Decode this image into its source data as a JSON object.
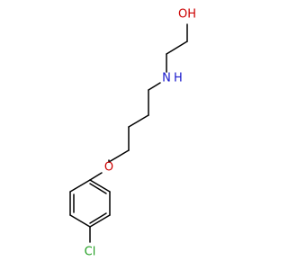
{
  "molecule": {
    "atoms": {
      "hydroxyl_label": "OH",
      "hydroxyl_color": "#cc0000",
      "amine_n_label": "N",
      "amine_h_label": "H",
      "amine_color": "#1a1acc",
      "ether_o_label": "O",
      "ether_color": "#cc0000",
      "chlorine_label": "Cl",
      "chlorine_color": "#1f9e1f"
    }
  }
}
